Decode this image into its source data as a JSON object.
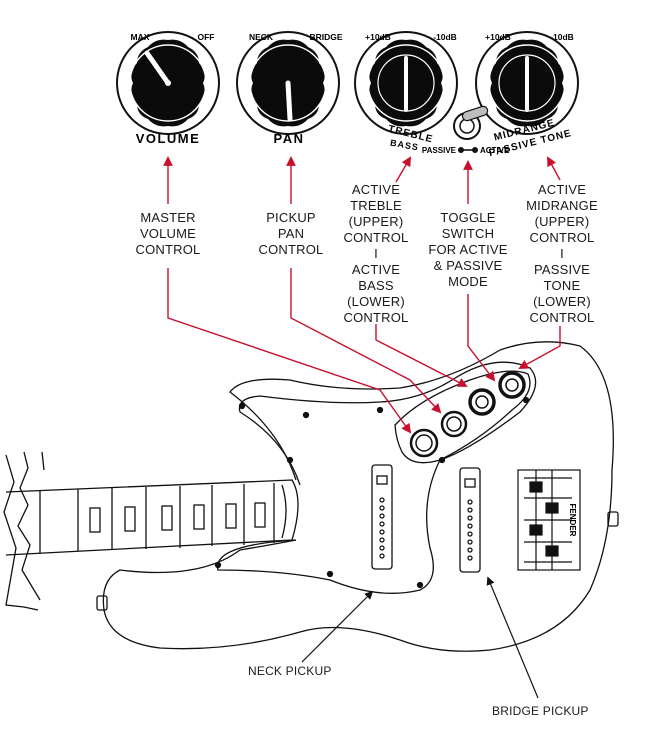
{
  "colors": {
    "arrow": "#c8102e",
    "ink": "#111111",
    "knob": "#0b0b0b",
    "paper": "#ffffff"
  },
  "knobs": [
    {
      "name": "volume",
      "icon": "volume-knob-icon",
      "scale_left": "MAX",
      "scale_right": "OFF",
      "caption": [
        "VOLUME"
      ]
    },
    {
      "name": "pan",
      "icon": "pan-knob-icon",
      "scale_left": "NECK",
      "scale_right": "BRIDGE",
      "caption": [
        "PAN"
      ]
    },
    {
      "name": "treble-bass",
      "icon": "stacked-knob-icon",
      "scale_left": "+10dB",
      "scale_right": "-10dB",
      "caption": [
        "TREBLE",
        "BASS"
      ]
    },
    {
      "name": "midrange-tone",
      "icon": "stacked-knob-icon",
      "scale_left": "+10dB",
      "scale_right": "-10dB",
      "caption": [
        "MIDRANGE",
        "PASSIVE TONE"
      ]
    }
  ],
  "toggle": {
    "icon": "toggle-switch-icon",
    "left": "PASSIVE",
    "right": "ACTIVE"
  },
  "callouts": {
    "volume": [
      "MASTER",
      "VOLUME",
      "CONTROL"
    ],
    "pan": [
      "PICKUP",
      "PAN",
      "CONTROL"
    ],
    "treble": [
      "ACTIVE",
      "TREBLE",
      "(UPPER)",
      "CONTROL",
      "I",
      "ACTIVE",
      "BASS",
      "(LOWER)",
      "CONTROL"
    ],
    "toggle": [
      "TOGGLE",
      "SWITCH",
      "FOR ACTIVE",
      "& PASSIVE",
      "MODE"
    ],
    "midrange": [
      "ACTIVE",
      "MIDRANGE",
      "(UPPER)",
      "CONTROL",
      "I",
      "PASSIVE",
      "TONE",
      "(LOWER)",
      "CONTROL"
    ]
  },
  "pickups": {
    "neck": "NECK PICKUP",
    "bridge": "BRIDGE PICKUP"
  },
  "bridge_logo": "FENDER",
  "guitar_icon": "bass-guitar-body-icon"
}
